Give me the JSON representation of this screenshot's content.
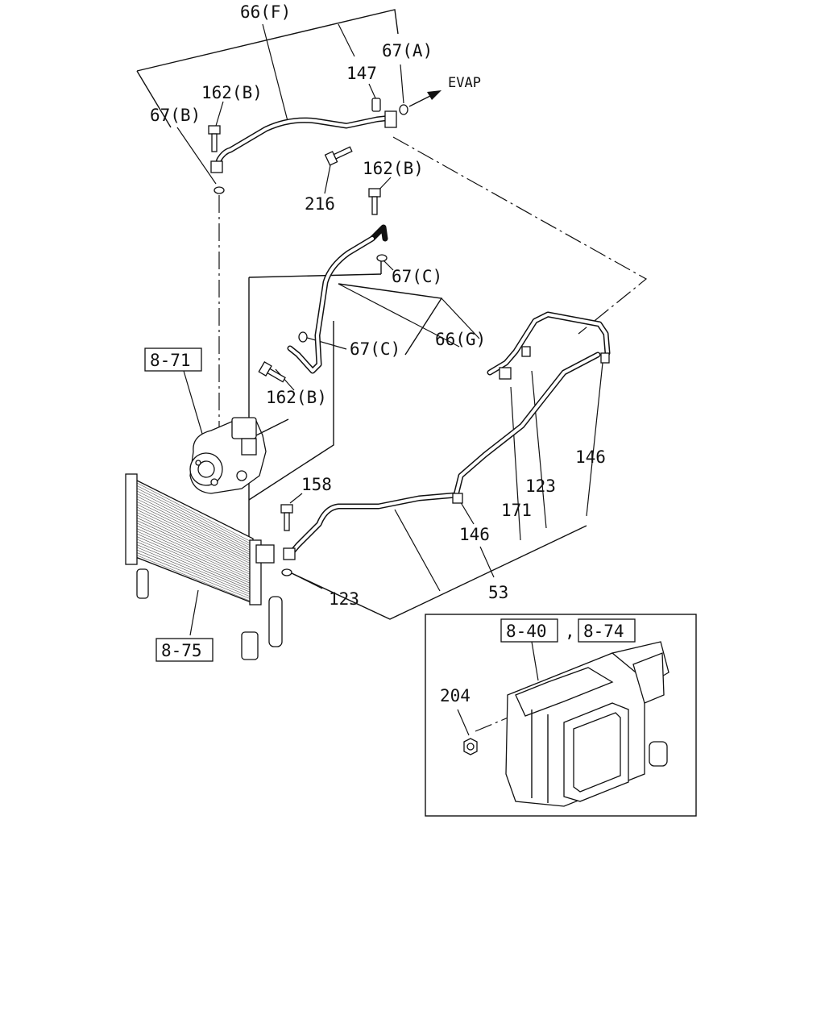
{
  "labels": {
    "l66f": "66(F)",
    "l67a": "67(A)",
    "l147": "147",
    "evap": "EVAP",
    "l162b_1": "162(B)",
    "l67b": "67(B)",
    "l216": "216",
    "l162b_2": "162(B)",
    "l67c_1": "67(C)",
    "l67c_2": "67(C)",
    "l66g": "66(G)",
    "l162b_3": "162(B)",
    "l158": "158",
    "l146_1": "146",
    "l146_2": "146",
    "l123_1": "123",
    "l123_2": "123",
    "l171": "171",
    "l53": "53",
    "l204": "204",
    "comma": ","
  },
  "refs": {
    "r871": "8-71",
    "r875": "8-75",
    "r840": "8-40",
    "r874": "8-74"
  }
}
